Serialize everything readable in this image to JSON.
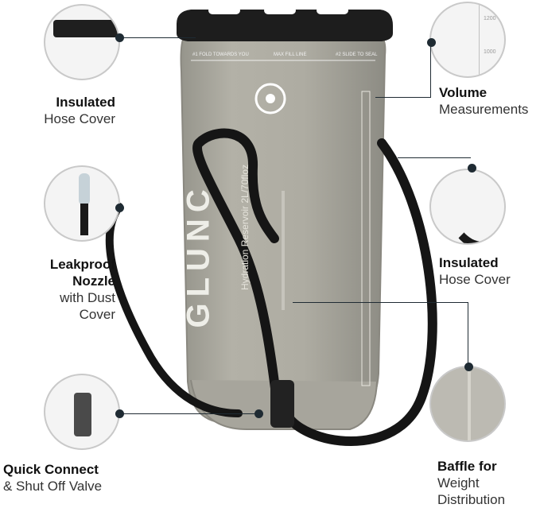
{
  "product": {
    "brand": "GLUNC",
    "subtitle": "Hydration Reservoir 2L/70floz",
    "top_print": "#1 FOLD TOWARDS YOU",
    "max_fill": "MAX FILL LINE",
    "slide_print": "#2 SLIDE TO SEAL"
  },
  "callouts": {
    "hose_cover_top": {
      "title": "Insulated",
      "subtitle": "Hose Cover"
    },
    "nozzle": {
      "title_line1": "Leakproof",
      "title_line2": "Nozzle",
      "sub_line1": "with Dust",
      "sub_line2": "Cover"
    },
    "quick_connect": {
      "title": "Quick Connect",
      "subtitle": "& Shut Off Valve"
    },
    "volume": {
      "title": "Volume",
      "subtitle": "Measurements"
    },
    "hose_cover_right": {
      "title": "Insulated",
      "subtitle": "Hose Cover"
    },
    "baffle": {
      "title": "Baffle for",
      "sub_line1": "Weight",
      "sub_line2": "Distribution"
    }
  },
  "volume_ticks": {
    "t1200": "1200",
    "t1000": "1000"
  },
  "colors": {
    "reservoir": "#a8a69c",
    "hose": "#151515",
    "accent": "#1f2b33"
  }
}
